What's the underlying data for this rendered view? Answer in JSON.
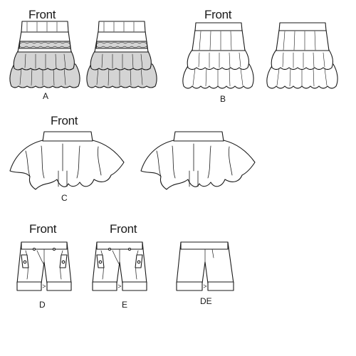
{
  "heading": "Front",
  "views": {
    "A": "A",
    "B": "B",
    "C": "C",
    "D": "D",
    "E": "E",
    "DE": "DE"
  },
  "colors": {
    "line": "#1a1a1a",
    "shade": "#d4d4d4",
    "paper": "#ffffff"
  }
}
